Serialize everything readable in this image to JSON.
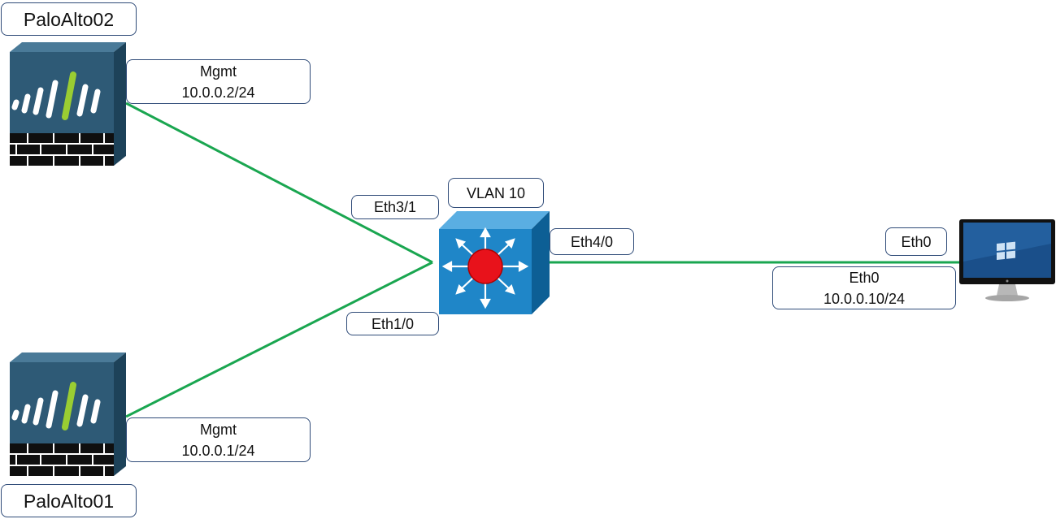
{
  "colors": {
    "link": "#1aa650",
    "label_border": "#2f4b78",
    "firewall_body": "#2e5a76",
    "firewall_accent": "#9acd32",
    "switch_body": "#1f86c8",
    "switch_center": "#e8121b"
  },
  "devices": {
    "fw_top": {
      "name": "PaloAlto02",
      "icon": "firewall-icon"
    },
    "fw_bottom": {
      "name": "PaloAlto01",
      "icon": "firewall-icon"
    },
    "switch": {
      "icon": "multilayer-switch-icon"
    },
    "pc": {
      "icon": "monitor-icon"
    }
  },
  "labels": {
    "fw_top_mgmt": {
      "line1": "Mgmt",
      "line2": "10.0.0.2/24"
    },
    "fw_bottom_mgmt": {
      "line1": "Mgmt",
      "line2": "10.0.0.1/24"
    },
    "switch_eth3_1": "Eth3/1",
    "switch_eth1_0": "Eth1/0",
    "switch_eth4_0": "Eth4/0",
    "vlan": "VLAN 10",
    "pc_eth0": "Eth0",
    "pc_addr": {
      "line1": "Eth0",
      "line2": "10.0.0.10/24"
    }
  }
}
